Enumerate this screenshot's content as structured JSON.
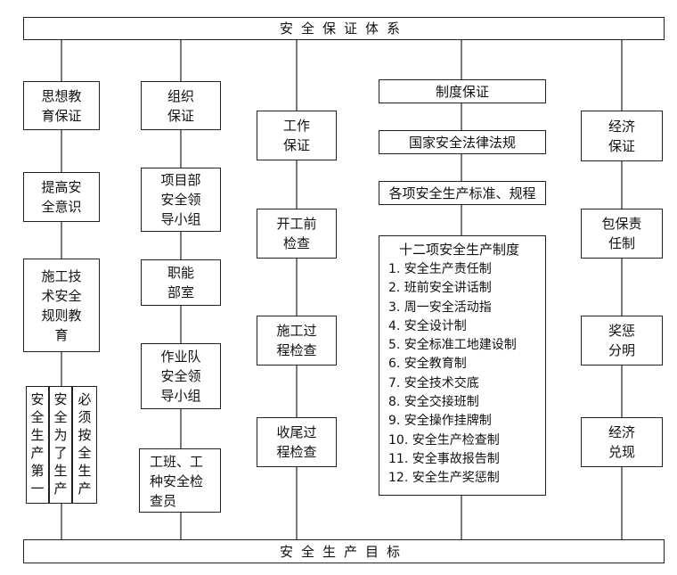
{
  "top_banner": "安全保证体系",
  "bottom_banner": "安全生产目标",
  "col1": {
    "header": [
      "思想教",
      "育保证"
    ],
    "box2": [
      "提高安",
      "全意识"
    ],
    "box3": [
      "施工技",
      "术安全",
      "规则教",
      "育"
    ],
    "vertical": [
      "安全生产第一",
      "安全为了生产",
      "必须按全生产"
    ]
  },
  "col2": {
    "header": [
      "组织",
      "保证"
    ],
    "box2": [
      "项目部",
      "安全领",
      "导小组"
    ],
    "box3": [
      "职能",
      "部室"
    ],
    "box4": [
      "作业队",
      "安全领",
      "导小组"
    ],
    "box5": [
      "工班、工",
      "种安全检",
      "查员"
    ]
  },
  "col3": {
    "header": [
      "工作",
      "保证"
    ],
    "box2": [
      "开工前",
      "检查"
    ],
    "box3": [
      "施工过",
      "程检查"
    ],
    "box4": [
      "收尾过",
      "程检查"
    ]
  },
  "col4": {
    "header": "制度保证",
    "box2": "国家安全法律法规",
    "box3": "各项安全生产标准、规程",
    "systems_title": "十二项安全生产制度",
    "systems": [
      "1. 安全生产责任制",
      "2. 班前安全讲话制",
      "3. 周一安全活动指",
      "4. 安全设计制",
      "5. 安全标准工地建设制",
      "6. 安全教育制",
      "7. 安全技术交底",
      "8. 安全交接班制",
      "9. 安全操作挂牌制",
      "10. 安全生产检查制",
      "11. 安全事故报告制",
      "12. 安全生产奖惩制"
    ]
  },
  "col5": {
    "header": [
      "经济",
      "保证"
    ],
    "box2": [
      "包保责",
      "任制"
    ],
    "box3": [
      "奖惩",
      "分明"
    ],
    "box4": [
      "经济",
      "兑现"
    ]
  }
}
